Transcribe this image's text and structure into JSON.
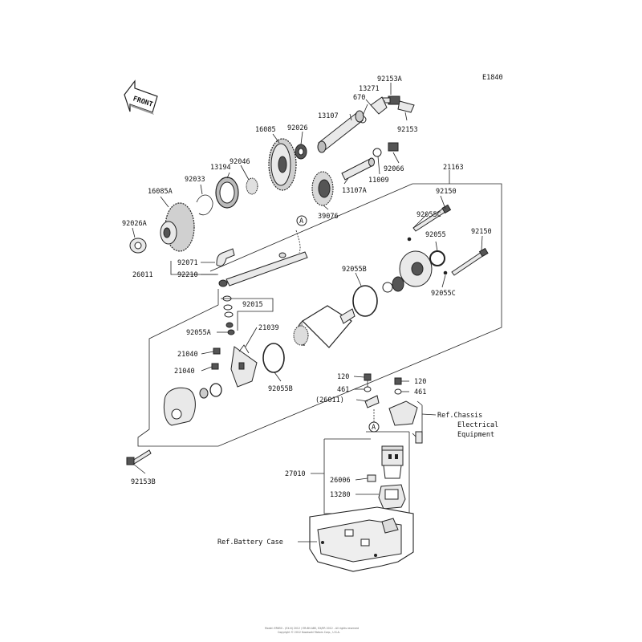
{
  "diagram_code": "E1840",
  "front_label": "FRONT",
  "callout_a": "A",
  "part_numbers": {
    "p92153A": "92153A",
    "p13271": "13271",
    "p670": "670",
    "p13107": "13107",
    "p92153": "92153",
    "p16085": "16085",
    "p92026": "92026",
    "p92066": "92066",
    "p11009": "11009",
    "p13194": "13194",
    "p92046": "92046",
    "p92033": "92033",
    "p13107A": "13107A",
    "p21163": "21163",
    "p16085A": "16085A",
    "p39076": "39076",
    "p92150a": "92150",
    "p92055C_top": "92055C",
    "p92026A": "92026A",
    "p92055": "92055",
    "p92150b": "92150",
    "p92071": "92071",
    "p26011": "26011",
    "p92210": "92210",
    "p92055B_top": "92055B",
    "p92055C_bot": "92055C",
    "p92015": "92015",
    "p92055A": "92055A",
    "p21039": "21039",
    "p21040a": "21040",
    "p21040b": "21040",
    "p92055B_bot": "92055B",
    "p120a": "120",
    "p120b": "120",
    "p461a": "461",
    "p461b": "461",
    "p26011_ref": "(26011)",
    "p27010": "27010",
    "p26006": "26006",
    "p13280": "13280",
    "p92153B": "92153B"
  },
  "references": {
    "chassis_line1": "Ref.Chassis",
    "chassis_line2": "Electrical",
    "chassis_line3": "Equipment",
    "battery_case": "Ref.Battery Case"
  },
  "footer_line1": "Model: ER650 - (EX-6) 2012 / ER-6N ABS, EX/ER 2012 - All rights reserved",
  "footer_line2": "Copyright © 2012 Kawasaki Motors Corp., U.S.A."
}
